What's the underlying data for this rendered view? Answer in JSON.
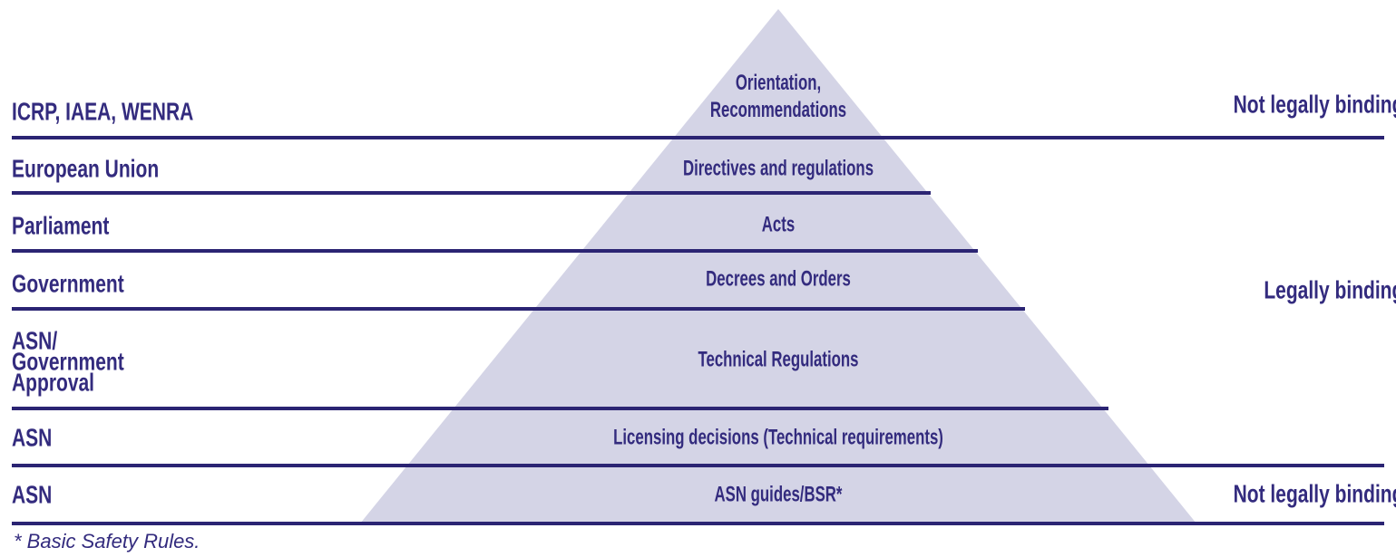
{
  "colors": {
    "ink": "#332b7e",
    "line": "#2b2473",
    "pyramid_fill": "#d4d4e6",
    "background": "#ffffff"
  },
  "pyramid": {
    "levels": [
      {
        "authority": "ICRP, IAEA, WENRA",
        "instrument": [
          "Orientation,",
          "Recommendations"
        ],
        "binding": "Not legally binding"
      },
      {
        "authority": "European Union",
        "instrument": [
          "Directives and regulations"
        ]
      },
      {
        "authority": "Parliament",
        "instrument": [
          "Acts"
        ]
      },
      {
        "authority": "Government",
        "instrument": [
          "Decrees and Orders"
        ],
        "binding": "Legally binding"
      },
      {
        "authority": [
          "ASN/",
          "Government",
          "Approval"
        ],
        "instrument": [
          "Technical Regulations"
        ]
      },
      {
        "authority": "ASN",
        "instrument": [
          "Licensing decisions (Technical requirements)"
        ]
      },
      {
        "authority": "ASN",
        "instrument": [
          "ASN guides/BSR*"
        ],
        "binding": "Not legally binding"
      }
    ],
    "footnote": "* Basic Safety Rules."
  }
}
